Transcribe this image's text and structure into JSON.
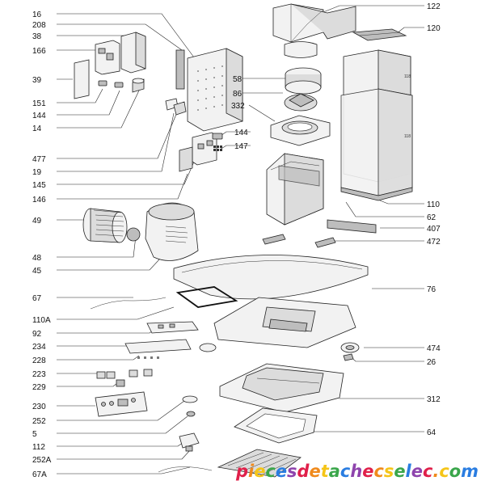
{
  "diagram": {
    "callouts_left": [
      {
        "id": "c16",
        "text": "16"
      },
      {
        "id": "c208",
        "text": "208"
      },
      {
        "id": "c38",
        "text": "38"
      },
      {
        "id": "c166",
        "text": "166"
      },
      {
        "id": "c39",
        "text": "39"
      },
      {
        "id": "c151",
        "text": "151"
      },
      {
        "id": "c144a",
        "text": "144"
      },
      {
        "id": "c14",
        "text": "14"
      },
      {
        "id": "c477",
        "text": "477"
      },
      {
        "id": "c19",
        "text": "19"
      },
      {
        "id": "c145",
        "text": "145"
      },
      {
        "id": "c146",
        "text": "146"
      },
      {
        "id": "c49",
        "text": "49"
      },
      {
        "id": "c48",
        "text": "48"
      },
      {
        "id": "c45",
        "text": "45"
      },
      {
        "id": "c67",
        "text": "67"
      },
      {
        "id": "c110a",
        "text": "110A"
      },
      {
        "id": "c92",
        "text": "92"
      },
      {
        "id": "c234",
        "text": "234"
      },
      {
        "id": "c228",
        "text": "228"
      },
      {
        "id": "c223",
        "text": "223"
      },
      {
        "id": "c229",
        "text": "229"
      },
      {
        "id": "c230",
        "text": "230"
      },
      {
        "id": "c252",
        "text": "252"
      },
      {
        "id": "c5",
        "text": "5"
      },
      {
        "id": "c112",
        "text": "112"
      },
      {
        "id": "c252a",
        "text": "252A"
      },
      {
        "id": "c67a",
        "text": "67A"
      }
    ],
    "callouts_right": [
      {
        "id": "c122",
        "text": "122"
      },
      {
        "id": "c120",
        "text": "120"
      },
      {
        "id": "c58",
        "text": "58"
      },
      {
        "id": "c86",
        "text": "86"
      },
      {
        "id": "c332",
        "text": "332"
      },
      {
        "id": "c144b",
        "text": "144"
      },
      {
        "id": "c147",
        "text": "147"
      },
      {
        "id": "c110",
        "text": "110"
      },
      {
        "id": "c62",
        "text": "62"
      },
      {
        "id": "c407",
        "text": "407"
      },
      {
        "id": "c472",
        "text": "472"
      },
      {
        "id": "c76",
        "text": "76"
      },
      {
        "id": "c474",
        "text": "474"
      },
      {
        "id": "c26",
        "text": "26"
      },
      {
        "id": "c312",
        "text": "312"
      },
      {
        "id": "c64",
        "text": "64"
      }
    ],
    "chimney_marks": [
      "118",
      "118"
    ],
    "watermark": "piecesdetachecselec.com",
    "watermark_colors": [
      "#e0204a",
      "#f08a1c",
      "#f5c518",
      "#3aa64b",
      "#2a7de1",
      "#8e44ad"
    ]
  }
}
